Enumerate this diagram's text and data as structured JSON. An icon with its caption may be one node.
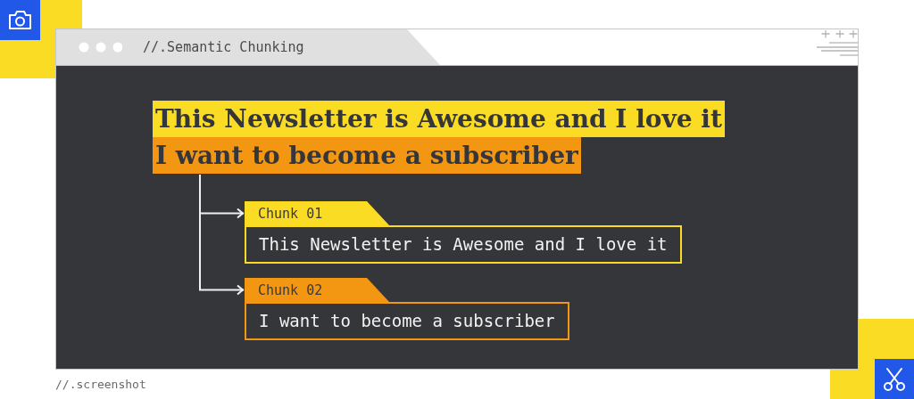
{
  "diagram": {
    "caption": "//.screenshot",
    "nodes": [
      {
        "text": [
          "//.Semantic Chunking"
        ]
      },
      {
        "text": [
          "This Newsletter is Awesome and I love it",
          "I want to become a subscriber"
        ],
        "in": 0
      },
      {
        "text": [
          "Chunk 01",
          "This Newsletter is Awesome and I love it"
        ],
        "in": 0
      },
      {
        "text": [
          "Chunk 02",
          "I want to become a subscriber"
        ],
        "in": 0
      }
    ],
    "edges": [
      {
        "from": 1,
        "to": 2,
        "arrow": "to"
      },
      {
        "from": 1,
        "to": 3,
        "arrow": "to"
      }
    ]
  }
}
